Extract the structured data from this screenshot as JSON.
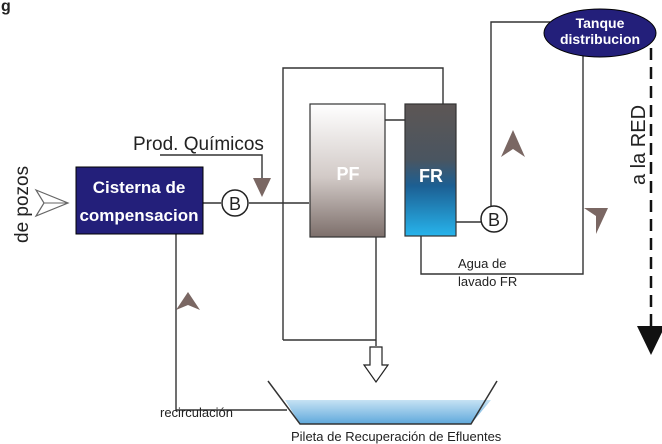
{
  "header_fragment": "g",
  "source_label": "de pozos",
  "chemicals_label": "Prod. Químicos",
  "cistern": {
    "line1": "Cisterna de",
    "line2": "compensacion",
    "fill": "#231f7a"
  },
  "pump_label": "B",
  "pf_label": "PF",
  "fr_label": "FR",
  "tank": {
    "line1": "Tanque",
    "line2": "distribucion",
    "fill": "#231f7a"
  },
  "network_label": "a la RED",
  "wash_water": {
    "line1": "Agua de",
    "line2": "lavado FR"
  },
  "recirculation_label": "recirculación",
  "pool_label": "Pileta de Recuperación de Efluentes",
  "colors": {
    "arrow": "#7a6763",
    "water": "#9fcdea",
    "line": "#333333"
  }
}
